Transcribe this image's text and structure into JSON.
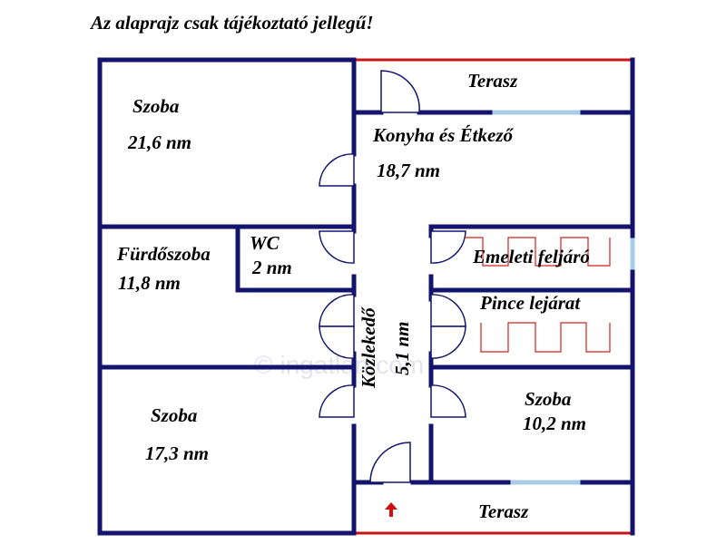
{
  "header": {
    "disclaimer": "Az alaprajz csak tájékoztató jellegű!"
  },
  "watermark": "© ingatlan.com",
  "rooms": {
    "szoba_1": {
      "name": "Szoba",
      "area": "21,6 nm"
    },
    "konyha": {
      "name": "Konyha és Étkező",
      "area": "18,7 nm"
    },
    "terasz_top": {
      "name": "Terasz"
    },
    "furdo": {
      "name": "Fürdőszoba",
      "area": "11,8 nm"
    },
    "wc": {
      "name": "WC",
      "area": "2 nm"
    },
    "emeleti": {
      "name": "Emeleti feljáró"
    },
    "pince": {
      "name": "Pince lejárat"
    },
    "kozlekedo": {
      "name": "Közlekedő",
      "area": "5,1 nm"
    },
    "szoba_2": {
      "name": "Szoba",
      "area": "17,3 nm"
    },
    "szoba_3": {
      "name": "Szoba",
      "area": "10,2 nm"
    },
    "terasz_bottom": {
      "name": "Terasz"
    }
  },
  "colors": {
    "wall": "#14146e",
    "window": "#a9cde6",
    "railing": "#c81414",
    "stairs": "#d02020",
    "entrance_arrow": "#d01010"
  },
  "icons": {
    "entrance": "entrance-arrow-icon"
  }
}
